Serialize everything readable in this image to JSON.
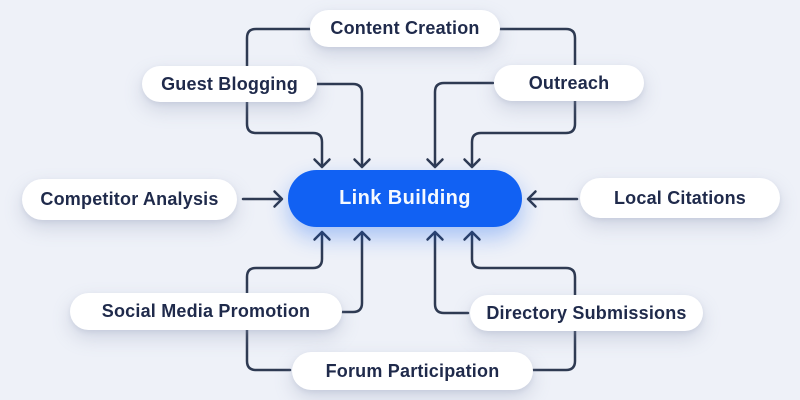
{
  "diagram": {
    "type": "hub-and-spoke",
    "center": {
      "label": "Link Building"
    },
    "nodes": {
      "content_creation": {
        "label": "Content Creation"
      },
      "guest_blogging": {
        "label": "Guest Blogging"
      },
      "outreach": {
        "label": "Outreach"
      },
      "competitor_analysis": {
        "label": "Competitor Analysis"
      },
      "local_citations": {
        "label": "Local Citations"
      },
      "social_media_promotion": {
        "label": "Social Media Promotion"
      },
      "directory_submissions": {
        "label": "Directory Submissions"
      },
      "forum_participation": {
        "label": "Forum Participation"
      }
    },
    "edges": [
      {
        "from": "content_creation",
        "to": "link_building",
        "via": "top-left"
      },
      {
        "from": "content_creation",
        "to": "link_building",
        "via": "top-right"
      },
      {
        "from": "guest_blogging",
        "to": "link_building",
        "via": "top"
      },
      {
        "from": "outreach",
        "to": "link_building",
        "via": "top"
      },
      {
        "from": "competitor_analysis",
        "to": "link_building",
        "via": "left"
      },
      {
        "from": "local_citations",
        "to": "link_building",
        "via": "right"
      },
      {
        "from": "social_media_promotion",
        "to": "link_building",
        "via": "bottom"
      },
      {
        "from": "directory_submissions",
        "to": "link_building",
        "via": "bottom"
      },
      {
        "from": "forum_participation",
        "to": "link_building",
        "via": "bottom-left"
      },
      {
        "from": "forum_participation",
        "to": "link_building",
        "via": "bottom-right"
      }
    ],
    "colors": {
      "background": "#eef1f8",
      "node_background": "#ffffff",
      "node_text": "#1f2a4b",
      "connector": "#2e3a52",
      "center_background": "#1161f3",
      "center_text": "#f5f9ff"
    }
  }
}
